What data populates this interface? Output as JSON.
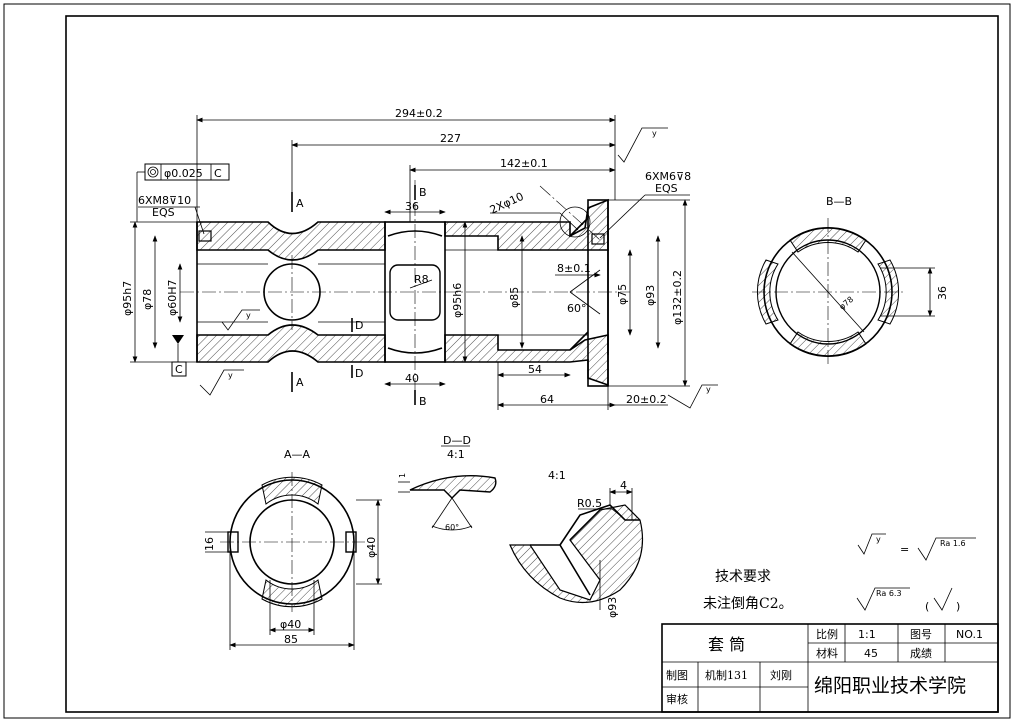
{
  "dimensions": {
    "overall_length": "294±0.2",
    "length_227": "227",
    "length_142": "142±0.1",
    "hole_2x10": "2Xφ10",
    "bolt_left": "6XM8⊽10",
    "bolt_left_eqs": "EQS",
    "bolt_right": "6XM6⊽8",
    "bolt_right_eqs": "EQS",
    "width_36": "36",
    "width_40": "40",
    "d95h7": "φ95h7",
    "d78": "φ78",
    "d60h7": "φ60H7",
    "d95h6": "φ95h6",
    "d85": "φ85",
    "d75": "φ75",
    "d93": "φ93",
    "d132": "φ132±0.2",
    "r8": "R8",
    "len_8": "8±0.1",
    "angle_60": "60°",
    "len_54": "54",
    "len_64": "64",
    "len_20": "20±0.2",
    "tolerance_value": "φ0.025",
    "datum_c": "C",
    "section_a": "A",
    "section_b": "B",
    "section_d": "D",
    "rough_y": "y"
  },
  "section_bb": {
    "title": "B—B",
    "dim_36": "36",
    "dim_d78": "φ78"
  },
  "section_aa": {
    "title": "A—A",
    "dim_16": "16",
    "dim_d40_side": "φ40",
    "dim_d40_bottom": "φ40",
    "dim_85": "85"
  },
  "detail_dd": {
    "title": "D—D",
    "scale": "4:1",
    "dim_1": "1",
    "angle": "60°"
  },
  "detail_groove": {
    "scale": "4:1",
    "r05": "R0.5",
    "dim_4": "4",
    "d93": "φ93"
  },
  "notes": {
    "heading": "技术要求",
    "line1": "未注倒角C2。",
    "ra16": "Ra 1.6",
    "ra63": "Ra 6.3",
    "y": "y",
    "eq": "=",
    "paren_open": "(",
    "paren_close": ")"
  },
  "title_block": {
    "part_name": "套  筒",
    "scale_label": "比例",
    "scale_value": "1:1",
    "drawing_no_label": "图号",
    "drawing_no": "NO.1",
    "material_label": "材料",
    "material_value": "45",
    "grade_label": "成绩",
    "drawn_label": "制图",
    "drawn_class": "机制131",
    "drawn_name": "刘刚",
    "check_label": "审核",
    "school": "绵阳职业技术学院"
  }
}
